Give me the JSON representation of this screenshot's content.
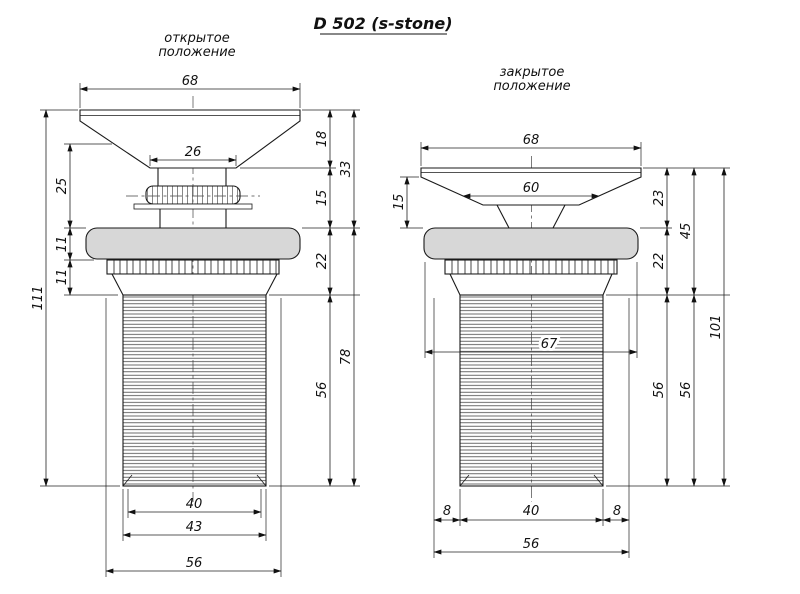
{
  "title": "D 502 (s-stone)",
  "labels": {
    "open_line1": "открытое",
    "open_line2": "положение",
    "closed_line1": "закрытое",
    "closed_line2": "положение"
  },
  "left_dims": {
    "top_width": "68",
    "stem_width": "26",
    "cap_to_flange": "25",
    "flange_upper": "11",
    "flange_lower": "11",
    "total_height": "111",
    "cap_height": "18",
    "stem_height": "15",
    "collar_height": "22",
    "thread_length": "56",
    "upper_total": "33",
    "lower_total": "78",
    "thread_inner": "40",
    "thread_outer": "43",
    "bottom_width": "56"
  },
  "right_dims": {
    "top_width": "68",
    "cap_lower_width": "60",
    "cap_side": "15",
    "flange_diameter": "67",
    "cap_to_flange": "23",
    "collar_height": "22",
    "thread_length_a": "56",
    "thread_length_b": "56",
    "upper_total": "45",
    "total_height": "101",
    "offset_left": "8",
    "thread_width": "40",
    "offset_right": "8",
    "bottom_width": "56"
  }
}
